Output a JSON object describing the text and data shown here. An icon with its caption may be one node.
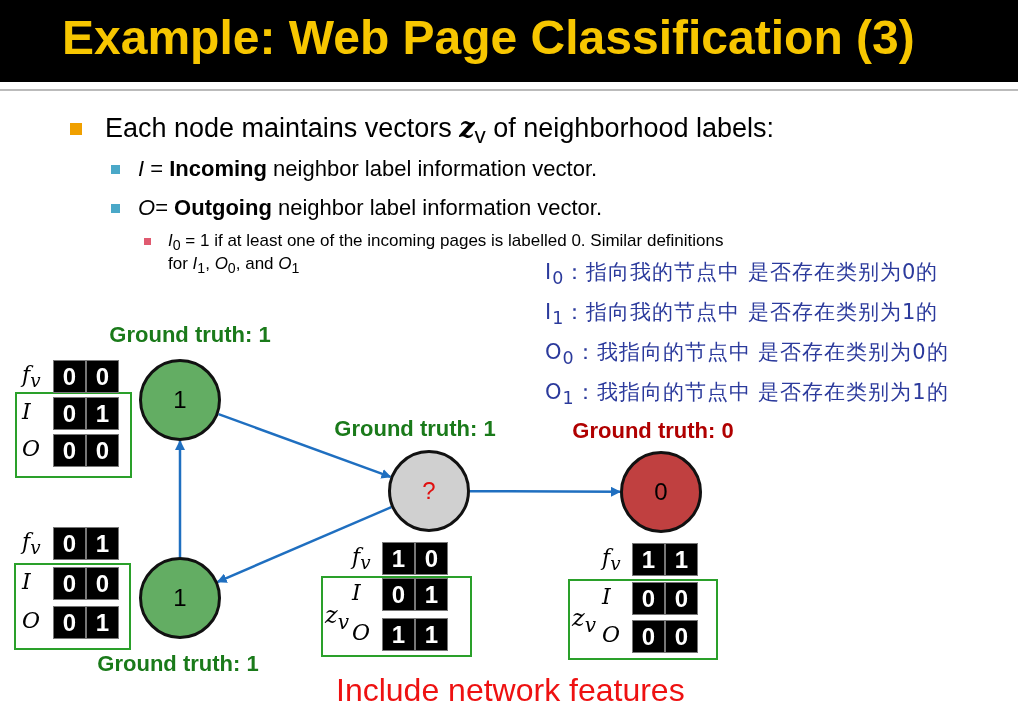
{
  "diagram": {
    "title": "Example: Web Page Classification (3)",
    "nodes": [
      {
        "text": [
          "1"
        ],
        "beside": [
          "Ground truth: 1"
        ]
      },
      {
        "text": [
          "1"
        ],
        "beside": [
          "Ground truth: 1"
        ]
      },
      {
        "text": [
          "?"
        ],
        "beside": [
          "Ground truth: 1"
        ]
      },
      {
        "text": [
          "0"
        ],
        "beside": [
          "Ground truth: 0"
        ]
      }
    ],
    "edges": [
      {
        "from": 0,
        "to": 2,
        "arrow": "to"
      },
      {
        "from": 2,
        "to": 1,
        "arrow": "to"
      },
      {
        "from": 1,
        "to": 0,
        "arrow": "to"
      },
      {
        "from": 2,
        "to": 3,
        "arrow": "to"
      }
    ],
    "labels": [
      "Each node maintains vectors *z*$_{v}$ of neighborhood labels:",
      "*I* = **Incoming** neighbor label information vector.",
      "*O*= **Outgoing** neighbor label information vector.",
      "*I*$_{0}$ = 1 if at least one of the incoming pages is labelled 0. Similar definitions for *I*$_{1}$, *O*$_{0}$, and *O*$_{1}$",
      "I$_{0}$：指向我的节点中 是否存在类别为0的",
      "I$_{1}$：指向我的节点中 是否存在类别为1的",
      "O$_{0}$：我指向的节点中 是否存在类别为0的",
      "O$_{1}$：我指向的节点中 是否存在类别为1的",
      "*f*$_{v}$",
      "0",
      "0",
      "*I*",
      "0",
      "1",
      "*O*",
      "0",
      "0",
      "*f*$_{v}$",
      "0",
      "1",
      "*I*",
      "0",
      "0",
      "*O*",
      "0",
      "1",
      "*f*$_{v}$",
      "1",
      "0",
      "*z*$_{v}$",
      "*I*",
      "0",
      "1",
      "*O*",
      "1",
      "1",
      "*f*$_{v}$",
      "1",
      "1",
      "*z*$_{v}$",
      "*I*",
      "0",
      "0",
      "*O*",
      "0",
      "0",
      "Include network features"
    ]
  }
}
